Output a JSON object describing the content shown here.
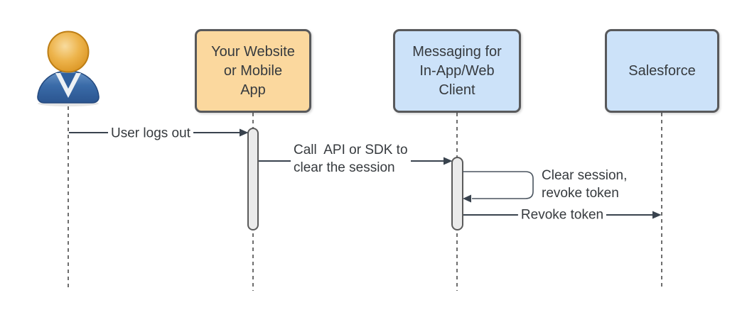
{
  "diagram_type": "sequence-diagram",
  "colors": {
    "participant_orange_fill": "#FBD89E",
    "participant_blue_fill": "#CCE2F9",
    "participant_border": "#58595B",
    "activation_fill": "#EBEBEB",
    "activation_border": "#5B5B5B",
    "message_line": "#39434E",
    "loop_line": "#4A545E",
    "lifeline": "#6E6E6E",
    "text": "#363A3E",
    "actor_head": "#E9AD3F",
    "actor_body": "#3A6BA8"
  },
  "icons": {
    "user": "person-icon"
  },
  "participants": [
    {
      "id": "user",
      "kind": "actor",
      "label": ""
    },
    {
      "id": "website",
      "kind": "box",
      "label": "Your Website\nor Mobile\nApp"
    },
    {
      "id": "messaging",
      "kind": "box",
      "label": "Messaging for\nIn-App/Web\nClient"
    },
    {
      "id": "salesforce",
      "kind": "box",
      "label": "Salesforce"
    }
  ],
  "messages": [
    {
      "from": "user",
      "to": "website",
      "label": "User logs out"
    },
    {
      "from": "website",
      "to": "messaging",
      "label": "Call  API or SDK to\nclear the session"
    },
    {
      "from": "messaging",
      "to": "messaging",
      "label": "Clear session,\nrevoke token",
      "self": true
    },
    {
      "from": "messaging",
      "to": "salesforce",
      "label": "Revoke token"
    }
  ]
}
